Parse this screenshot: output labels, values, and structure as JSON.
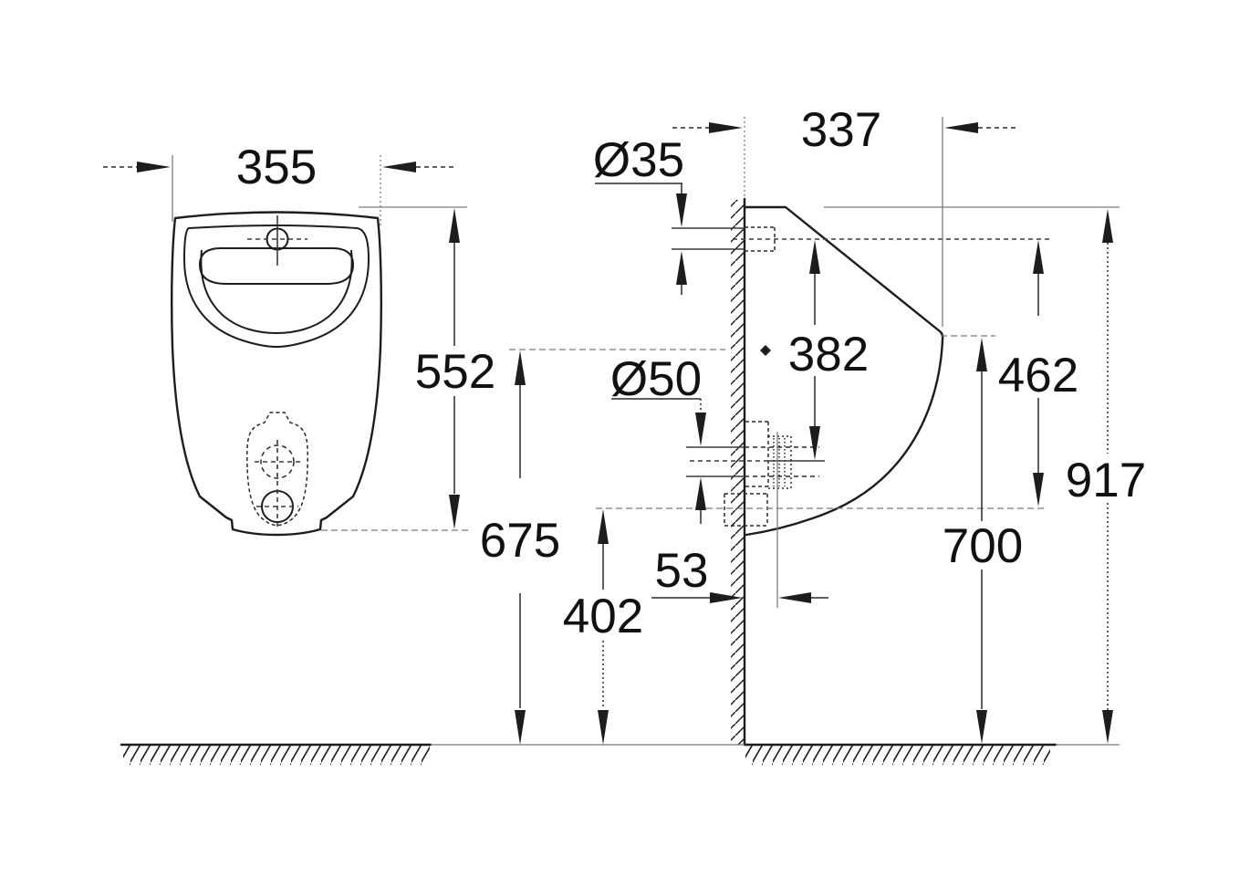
{
  "meta": {
    "type": "technical-installation-drawing",
    "subject": "wall-hung urinal, front view and side view",
    "units": "mm"
  },
  "colors": {
    "background": "#ffffff",
    "outline": "#1d1d1b",
    "dimension_line": "#2a2a2a",
    "extension_line": "#7b7b7b",
    "label_text": "#111111"
  },
  "dimensions": {
    "width": "355",
    "body_height": "552",
    "rim_height": "675",
    "outlet_height": "402",
    "inlet_diameter": "Ø35",
    "depth": "337",
    "inlet_to_outlet": "382",
    "outlet_diameter": "Ø50",
    "outlet_offset": "53",
    "front_edge_height": "462",
    "total_height": "917",
    "front_lip_height": "700"
  }
}
